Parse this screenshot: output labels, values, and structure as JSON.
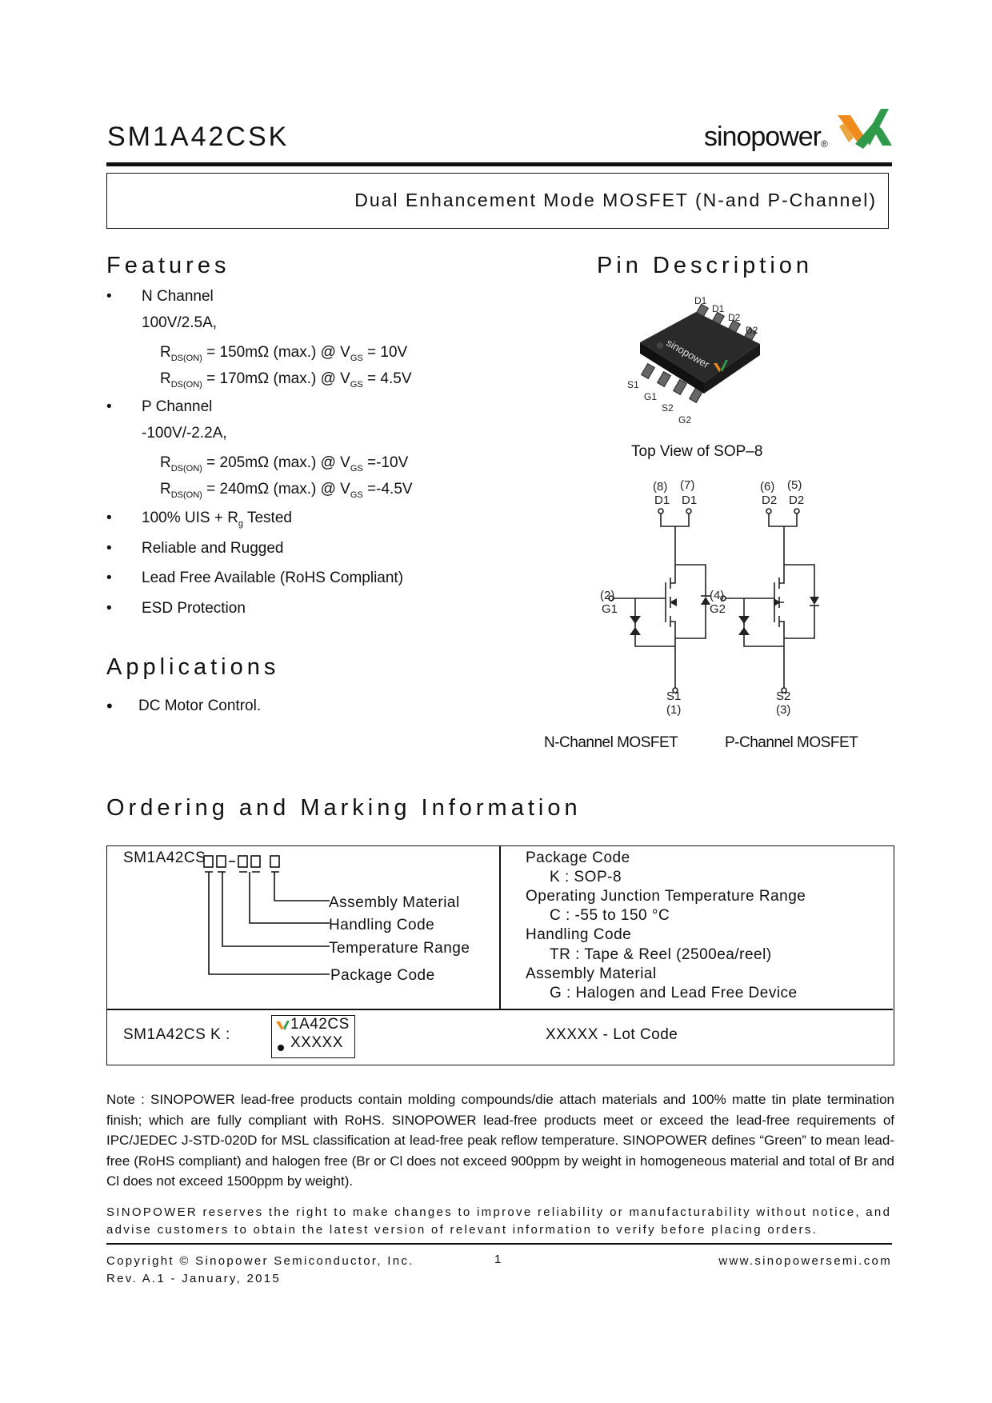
{
  "header": {
    "part_number": "SM1A42CSK",
    "logo": "sinopower",
    "subtitle": "Dual Enhancement Mode MOSFET (N-and P-Channel)"
  },
  "features": {
    "heading": "Features",
    "n_channel": {
      "label": "N Channel",
      "rating": "100V/2.5A,",
      "rds1": {
        "r": "R",
        "sub": "DS(ON)",
        "mid": " = 150mΩ (max.) @ V",
        "vsub": "GS",
        "end": " = 10V"
      },
      "rds2": {
        "r": "R",
        "sub": "DS(ON)",
        "mid": " = 170mΩ (max.) @ V",
        "vsub": "GS",
        "end": " = 4.5V"
      }
    },
    "p_channel": {
      "label": "P Channel",
      "rating": "-100V/-2.2A,",
      "rds1": {
        "r": "R",
        "sub": "DS(ON)",
        "mid": " = 205mΩ (max.) @ V",
        "vsub": "GS",
        "end": " =-10V"
      },
      "rds2": {
        "r": "R",
        "sub": "DS(ON)",
        "mid": " = 240mΩ (max.) @ V",
        "vsub": "GS",
        "end": " =-4.5V"
      }
    },
    "uis": {
      "pre": "100% UIS + R",
      "sub": "g",
      "post": " Tested"
    },
    "items": [
      "Reliable and Rugged",
      "Lead Free Available (RoHS Compliant)",
      "ESD Protection"
    ],
    "bullet": "•"
  },
  "applications": {
    "heading": "Applications",
    "items": [
      "DC Motor Control."
    ]
  },
  "pin_description": {
    "heading": "Pin Description",
    "package_pins": [
      "D1",
      "D1",
      "D2",
      "D2",
      "S1",
      "G1",
      "S2",
      "G2"
    ],
    "package_caption": "Top View of SOP–8",
    "chip_logo": "sinopower",
    "n_pins": {
      "d8": "(8)",
      "d7": "(7)",
      "d1a": "D1",
      "d1b": "D1",
      "g_num": "(2)",
      "g": "G1",
      "s": "S1",
      "s_num": "(1)"
    },
    "p_pins": {
      "d6": "(6)",
      "d5": "(5)",
      "d2a": "D2",
      "d2b": "D2",
      "g_num": "(4)",
      "g": "G2",
      "s": "S2",
      "s_num": "(3)"
    },
    "n_caption": "N-Channel MOSFET",
    "p_caption": "P-Channel MOSFET"
  },
  "ordering": {
    "heading": "Ordering and Marking Information",
    "code_prefix": "SM1A42CS",
    "labels": [
      "Assembly Material",
      "Handling Code",
      "Temperature Range",
      "Package Code"
    ],
    "right": [
      {
        "title": "Package Code",
        "value": "K : SOP-8"
      },
      {
        "title": "Operating Junction Temperature Range",
        "value": "C : -55  to 150 °C"
      },
      {
        "title": "Handling Code",
        "value": "TR : Tape & Reel (2500ea/reel)"
      },
      {
        "title": "Assembly Material",
        "value": "G : Halogen and Lead Free Device"
      }
    ],
    "marking_label": "SM1A42CS  K :",
    "marking_line1": "1A42CS",
    "marking_line2": "XXXXX",
    "lot_code": "XXXXX - Lot Code"
  },
  "note": "Note : SINOPOWER lead-free products contain molding compounds/die attach materials and 100% matte tin plate termination finish; which are fully compliant with RoHS. SINOPOWER lead-free products meet or exceed the lead-free requirements of IPC/JEDEC J-STD-020D for MSL classification at lead-free peak reflow temperature. SINOPOWER defines “Green” to mean lead-free (RoHS compliant) and halogen free (Br or Cl does not exceed 900ppm by weight in homogeneous material and total of Br and Cl does not exceed 1500ppm by weight).",
  "disclaimer": "SINOPOWER reserves the right to make changes to improve reliability or manufacturability without notice, and advise customers to obtain the latest version of relevant information to verify before placing orders.",
  "footer": {
    "copyright": "Copyright © Sinopower Semiconductor, Inc.",
    "revision": "Rev. A.1 - January, 2015",
    "page": "1",
    "website": "www.sinopowersemi.com"
  },
  "colors": {
    "logo_orange": "#f08a1c",
    "logo_green": "#2e9a4a",
    "text": "#111111"
  }
}
